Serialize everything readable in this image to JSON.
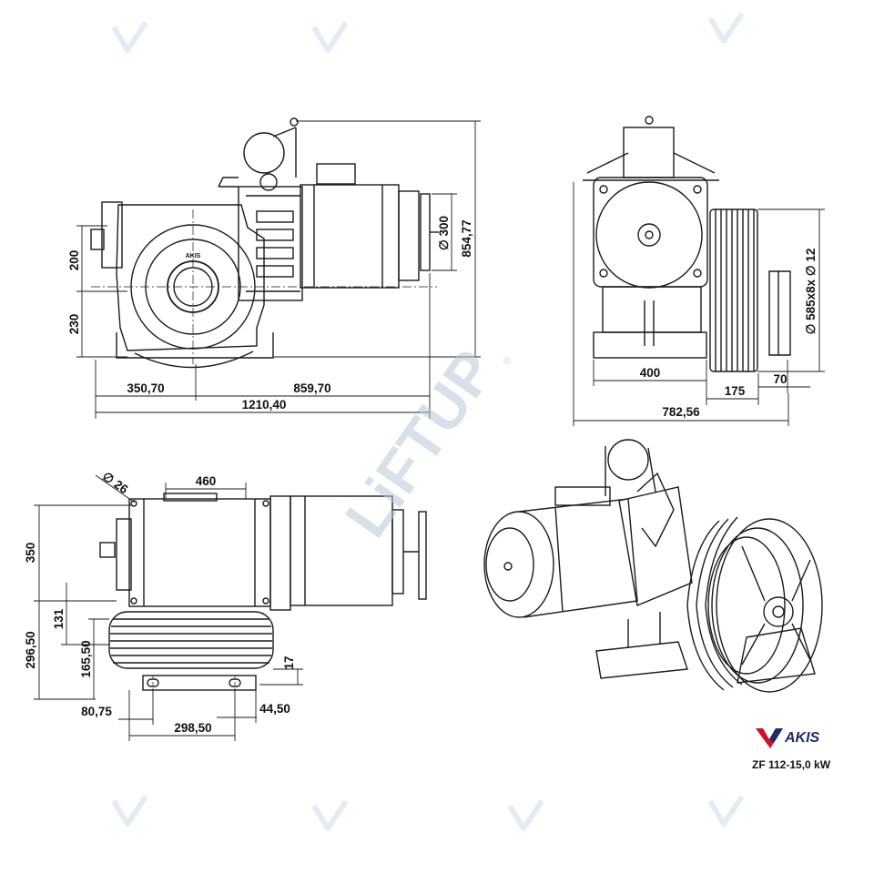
{
  "drawing": {
    "model": "ZF 112-15,0 kW",
    "brand": "AKIS",
    "watermark": "LiFTUP",
    "watermark_reg": "®",
    "hub_logo": "AKIS"
  },
  "colors": {
    "line": "#1a1a1a",
    "brand_red": "#d0102a",
    "brand_blue": "#1e2a6b",
    "watermark": "#b9c9d9"
  },
  "front_view": {
    "dims": {
      "d_200": "200",
      "d_230": "230",
      "d_300": "∅ 300",
      "d_854": "854,77",
      "d_350": "350,70",
      "d_859": "859,70",
      "d_1210": "1210,40"
    }
  },
  "side_view": {
    "dims": {
      "d_400": "400",
      "d_175": "175",
      "d_70": "70",
      "d_782": "782,56",
      "d_sheave": "∅ 585x8x ∅ 12"
    }
  },
  "top_view": {
    "dims": {
      "d_26": "∅ 26",
      "d_460": "460",
      "d_350": "350",
      "d_131": "131",
      "d_296": "296,50",
      "d_165": "165,50",
      "d_17": "17",
      "d_80": "80,75",
      "d_298": "298,50",
      "d_44": "44,50"
    }
  }
}
